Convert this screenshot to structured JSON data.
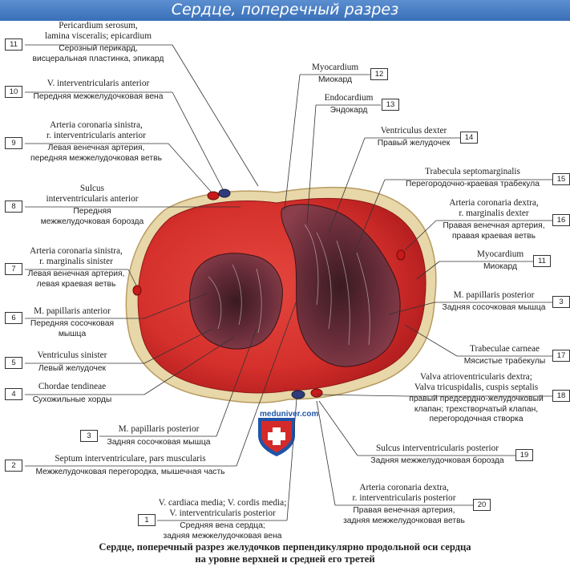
{
  "title": "Сердце, поперечный разрез",
  "caption_line1": "Сердце, поперечный разрез желудочков перпендикулярно продольной оси сердца",
  "caption_line2": "на уровне верхней и средней его третей",
  "watermark": "meduniver.com",
  "labels": [
    {
      "num": "11",
      "lat1": "Pericardium serosum,",
      "lat2": "lamina visceralis; epicardium",
      "ru1": "Серозный перикард,",
      "ru2": "висцеральная пластинка, эпикард"
    },
    {
      "num": "10",
      "lat1": "V. interventricularis anterior",
      "ru1": "Передняя межжелудочковая вена"
    },
    {
      "num": "9",
      "lat1": "Arteria coronaria sinistra,",
      "lat2": "r. interventricularis anterior",
      "ru1": "Левая венечная артерия,",
      "ru2": "передняя межжелудочковая ветвь"
    },
    {
      "num": "8",
      "lat1": "Sulcus",
      "lat2": "interventricularis anterior",
      "ru1": "Передняя",
      "ru2": "межжелудочковая борозда"
    },
    {
      "num": "7",
      "lat1": "Arteria coronaria sinistra,",
      "lat2": "r. marginalis sinister",
      "ru1": "Левая венечная артерия,",
      "ru2": "левая краевая ветвь"
    },
    {
      "num": "6",
      "lat1": "M. papillaris anterior",
      "ru1": "Передняя сосочковая",
      "ru2": "мышца"
    },
    {
      "num": "5",
      "lat1": "Ventriculus sinister",
      "ru1": "Левый желудочек"
    },
    {
      "num": "4",
      "lat1": "Chordae tendineae",
      "ru1": "Сухожильные хорды"
    },
    {
      "num": "3",
      "lat1": "M. papillaris posterior",
      "ru1": "Задняя сосочковая мышца"
    },
    {
      "num": "2",
      "lat1": "Septum interventriculare, pars muscularis",
      "ru1": "Межжелудочковая перегородка, мышечная часть"
    },
    {
      "num": "1",
      "lat1": "V. cardiaca media; V. cordis media;",
      "lat2": "V. interventricularis posterior",
      "ru1": "Средняя вена сердца;",
      "ru2": "задняя межжелудочковая вена"
    },
    {
      "num": "12",
      "lat1": "Myocardium",
      "ru1": "Миокард"
    },
    {
      "num": "13",
      "lat1": "Endocardium",
      "ru1": "Эндокард"
    },
    {
      "num": "14",
      "lat1": "Ventriculus dexter",
      "ru1": "Правый желудочек"
    },
    {
      "num": "15",
      "lat1": "Trabecula septomarginalis",
      "ru1": "Перегородочно-краевая трабекула"
    },
    {
      "num": "16",
      "lat1": "Arteria coronaria dextra,",
      "lat2": "r. marginalis dexter",
      "ru1": "Правая венечная артерия,",
      "ru2": "правая краевая ветвь"
    },
    {
      "num": "11",
      "lat1": "Myocardium",
      "ru1": "Миокард"
    },
    {
      "num": "3",
      "lat1": "M. papillaris posterior",
      "ru1": "Задняя сосочковая мышца"
    },
    {
      "num": "17",
      "lat1": "Trabeculae carneae",
      "ru1": "Мясистые трабекулы"
    },
    {
      "num": "18",
      "lat1": "Valva atrioventricularis dextra;",
      "lat2": "Valva tricuspidalis, cuspis septalis",
      "ru1": "правый предсердно-желудочковый",
      "ru2": "клапан; трехстворчатый клапан,",
      "ru3": "перегородочная створка"
    },
    {
      "num": "19",
      "lat1": "Sulcus interventricularis posterior",
      "ru1": "Задняя межжелудочковая борозда"
    },
    {
      "num": "20",
      "lat1": "Arteria coronaria dextra,",
      "lat2": "r. interventricularis posterior",
      "ru1": "Правая венечная артерия,",
      "ru2": "задняя межжелудочковая ветвь"
    }
  ]
}
